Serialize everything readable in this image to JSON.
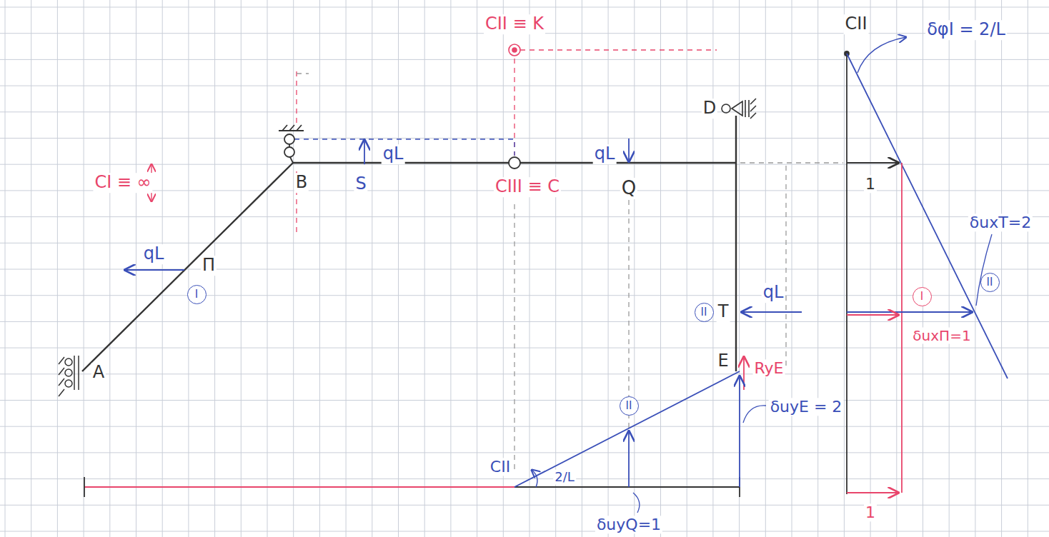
{
  "diagram": {
    "nodes": [
      {
        "text": [
          "I"
        ]
      },
      {
        "text": [
          "II"
        ]
      },
      {
        "text": [
          "II"
        ]
      },
      {
        "text": [
          "I"
        ]
      },
      {
        "text": [
          "II"
        ]
      }
    ],
    "labels": [
      "CII ≡ K",
      "D",
      "CII",
      "δφI = 2/L",
      "qL",
      "qL",
      "CI ≡ ∞",
      "B",
      "S",
      "CIII ≡ C",
      "Q",
      "1",
      "qL",
      "Π",
      "δuxT=2",
      "T",
      "qL",
      "δuxΠ=1",
      "A",
      "E",
      "RyE",
      "1",
      "CII",
      "2/L",
      "δuyQ=1",
      "δuyE = 2"
    ]
  }
}
